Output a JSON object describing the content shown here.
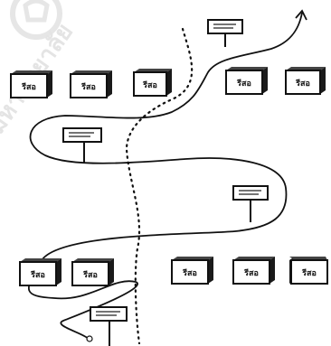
{
  "watermark": {
    "text": "มหาวิทยาลัย"
  },
  "boxes": [
    {
      "label": "รีสอ"
    },
    {
      "label": "รีสอ"
    },
    {
      "label": "รีสอ"
    },
    {
      "label": "รีสอ"
    },
    {
      "label": "รีสอ"
    },
    {
      "label": "รีสอ"
    },
    {
      "label": "รีสอ"
    },
    {
      "label": "รีสอ"
    },
    {
      "label": "รีสอ"
    },
    {
      "label": "รีสอ"
    }
  ],
  "signs": [
    {},
    {},
    {},
    {}
  ],
  "colors": {
    "ink": "#111111",
    "box_side": "#1a1a1a",
    "watermark": "#e4e4e4",
    "background": "#ffffff"
  }
}
